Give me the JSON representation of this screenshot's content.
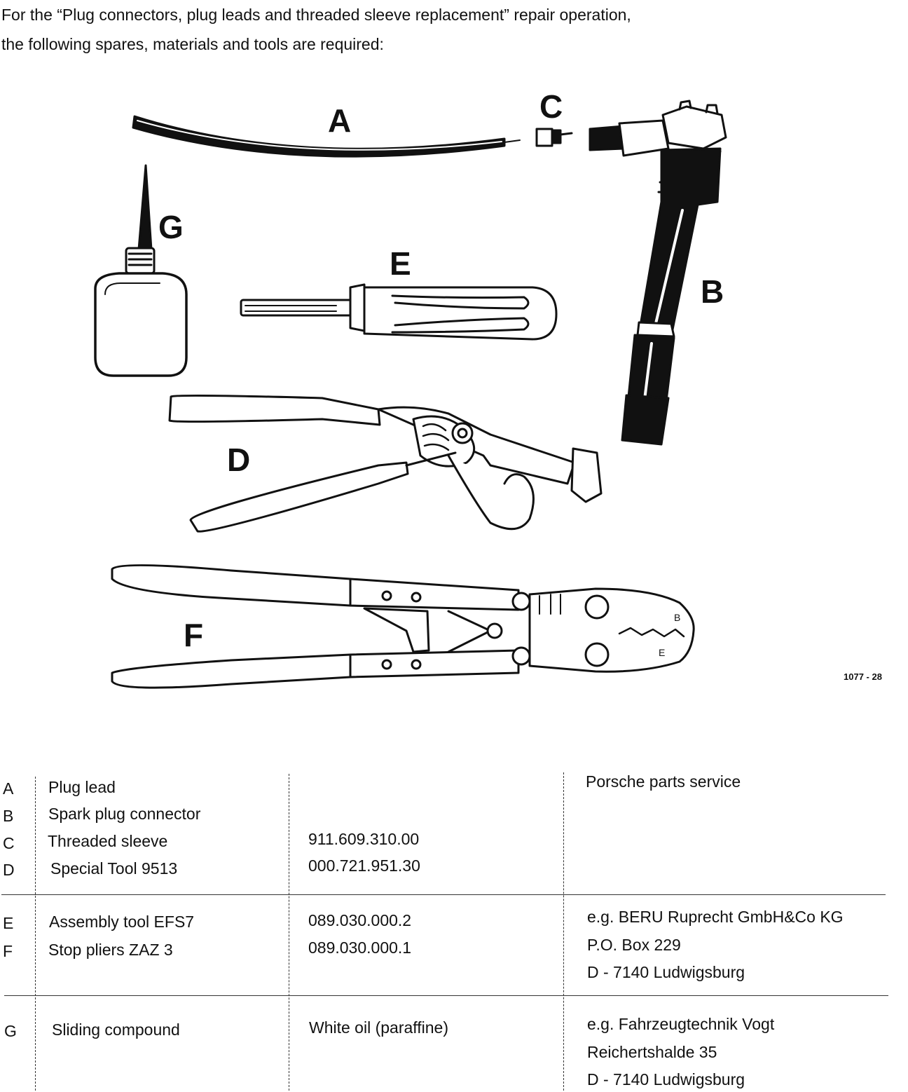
{
  "intro": {
    "line1": "For the “Plug connectors, plug leads and threaded sleeve replacement” repair operation,",
    "line2": "the following spares, materials and tools are required:"
  },
  "figure": {
    "callouts": {
      "A": "A",
      "B": "B",
      "C": "C",
      "D": "D",
      "E": "E",
      "F": "F",
      "G": "G"
    },
    "code": "1077 - 28",
    "crimp_markings": {
      "b": "B",
      "e": "E"
    }
  },
  "table": {
    "groups": [
      {
        "items": [
          {
            "key": "A",
            "name": "Plug lead",
            "part_no": ""
          },
          {
            "key": "B",
            "name": "Spark plug connector",
            "part_no": ""
          },
          {
            "key": "C",
            "name": "Threaded sleeve",
            "part_no": "911.609.310.00"
          },
          {
            "key": "D",
            "name": "Special Tool 9513",
            "part_no": "000.721.951.30"
          }
        ],
        "source": [
          "Porsche parts service"
        ]
      },
      {
        "items": [
          {
            "key": "E",
            "name": "Assembly tool EFS7",
            "part_no": "089.030.000.2"
          },
          {
            "key": "F",
            "name": "Stop pliers ZAZ 3",
            "part_no": "089.030.000.1"
          }
        ],
        "source": [
          "e.g. BERU Ruprecht GmbH&Co KG",
          "P.O. Box 229",
          "D - 7140 Ludwigsburg"
        ]
      },
      {
        "items": [
          {
            "key": "G",
            "name": "Sliding compound",
            "part_no": "White oil (paraffine)"
          }
        ],
        "source": [
          "e.g. Fahrzeugtechnik Vogt",
          "Reichertshalde 35",
          "D - 7140 Ludwigsburg"
        ]
      }
    ]
  }
}
